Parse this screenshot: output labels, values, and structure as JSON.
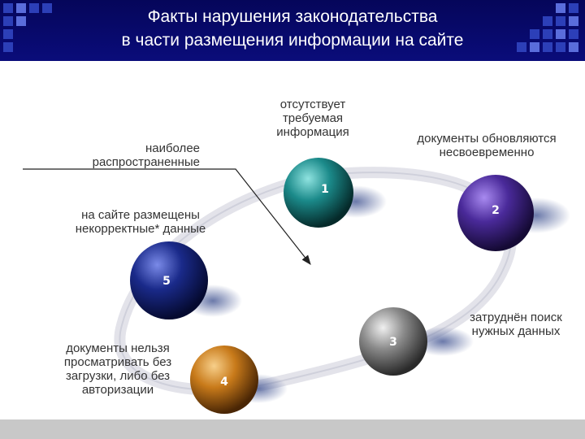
{
  "title": {
    "line1": "Факты нарушения законодательства",
    "line2": "в части размещения информации на сайте"
  },
  "pointer_label": {
    "line1": "наиболее",
    "line2": "распространенные"
  },
  "items": [
    {
      "number": "1",
      "line1": "отсутствует",
      "line2": "требуемая",
      "line3": "информация",
      "color": "#1b8a8a"
    },
    {
      "number": "2",
      "line1": "документы обновляются",
      "line2": "несвоевременно",
      "line3": "",
      "color": "#4a2a9a"
    },
    {
      "number": "3",
      "line1": "затруднён поиск",
      "line2": "нужных данных",
      "line3": "",
      "color": "#8a8a8a"
    },
    {
      "number": "4",
      "line1": "документы нельзя",
      "line2": "просматривать без",
      "line3": "загрузки, либо без",
      "line4": "авторизации",
      "color": "#c87a1a"
    },
    {
      "number": "5",
      "line1": "на сайте размещены",
      "line2": "некорректные* данные",
      "line3": "",
      "color": "#1a2a8a"
    }
  ]
}
